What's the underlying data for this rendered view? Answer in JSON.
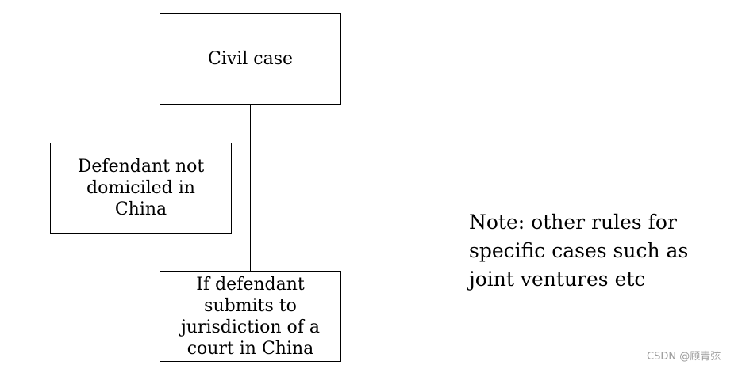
{
  "diagram": {
    "boxes": {
      "civil_case": "Civil case",
      "defendant_not_domiciled": "Defendant not\ndomiciled in\nChina",
      "defendant_submits": "If defendant\nsubmits to\njurisdiction of a\ncourt in China"
    },
    "note": "Note: other rules for\nspecific cases such as\njoint ventures etc"
  },
  "watermark": "CSDN @顾青弦"
}
